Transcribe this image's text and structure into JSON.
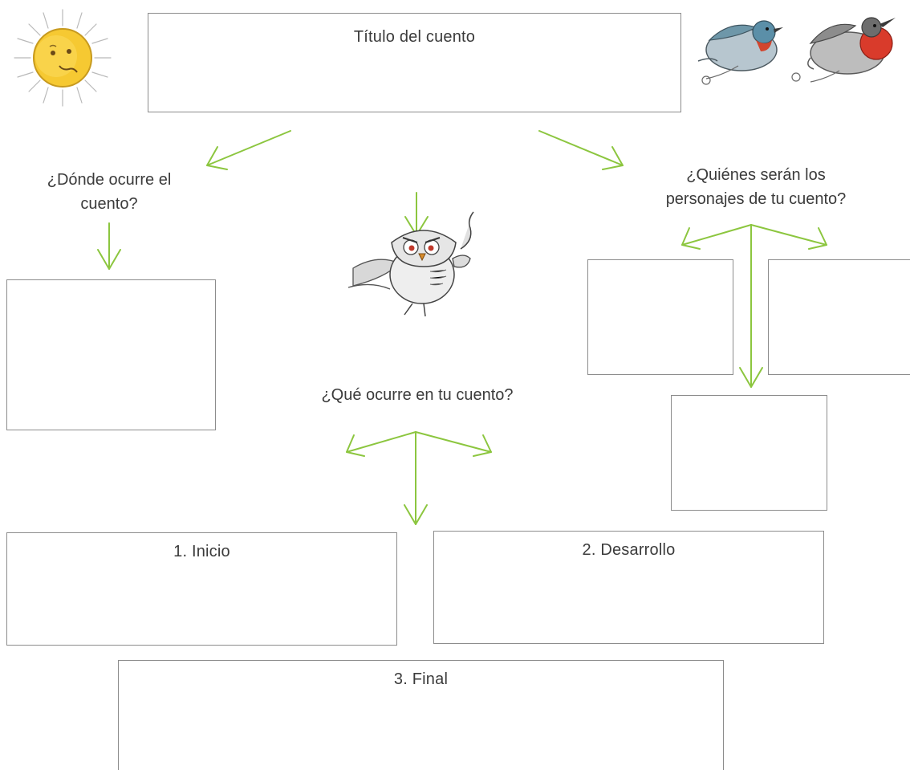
{
  "title_box": {
    "label": "Título del cuento"
  },
  "questions": {
    "where_line1": "¿Dónde ocurre el",
    "where_line2": "cuento?",
    "who_line1": "¿Quiénes serán los",
    "who_line2": "personajes de tu cuento?",
    "what": "¿Qué ocurre en tu cuento?"
  },
  "story_parts": {
    "inicio": "1. Inicio",
    "desarrollo": "2. Desarrollo",
    "final": "3. Final"
  },
  "colors": {
    "arrow": "#8cc63f",
    "box_border": "#8c8c8c",
    "text": "#3b3b3b"
  },
  "illustrations": [
    "sun-illustration",
    "birds-illustration",
    "owl-illustration"
  ]
}
